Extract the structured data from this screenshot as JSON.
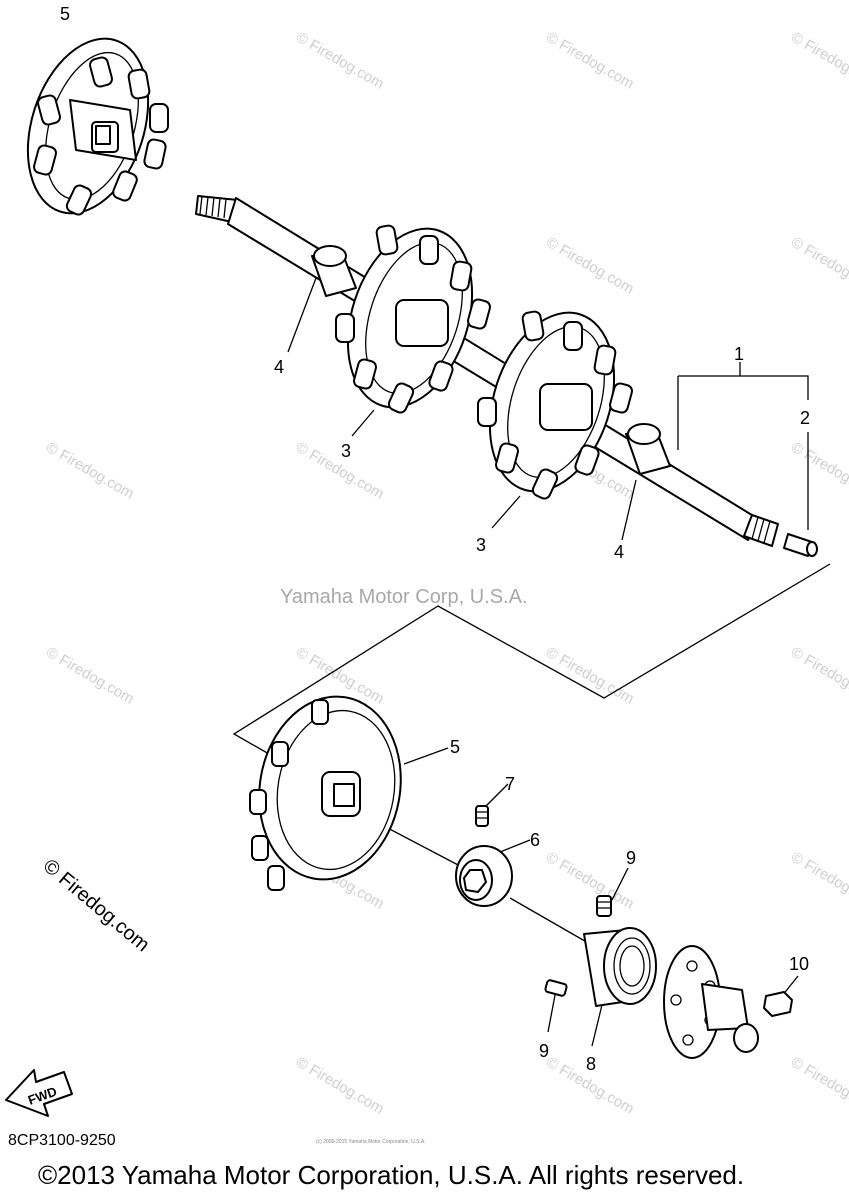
{
  "watermark_text": "© Firedog.com",
  "corp_watermark": "Yamaha Motor Corp, U.S.A.",
  "side_watermark": "© Firedog.com",
  "fwd_label": "FWD",
  "part_number": "8CP3100-9250",
  "copyright": "©2013 Yamaha Motor Corporation, U.S.A. All rights reserved.",
  "tiny_copyright": "(c) 2005-2015 Yamaha Motor Corporation, U.S.A.",
  "callouts": {
    "c5_top": "5",
    "c4_left": "4",
    "c3_left": "3",
    "c3_mid": "3",
    "c4_right": "4",
    "c1": "1",
    "c2": "2",
    "c5_bottom": "5",
    "c7": "7",
    "c6": "6",
    "c9_upper": "9",
    "c9_lower": "9",
    "c8": "8",
    "c10": "10"
  }
}
